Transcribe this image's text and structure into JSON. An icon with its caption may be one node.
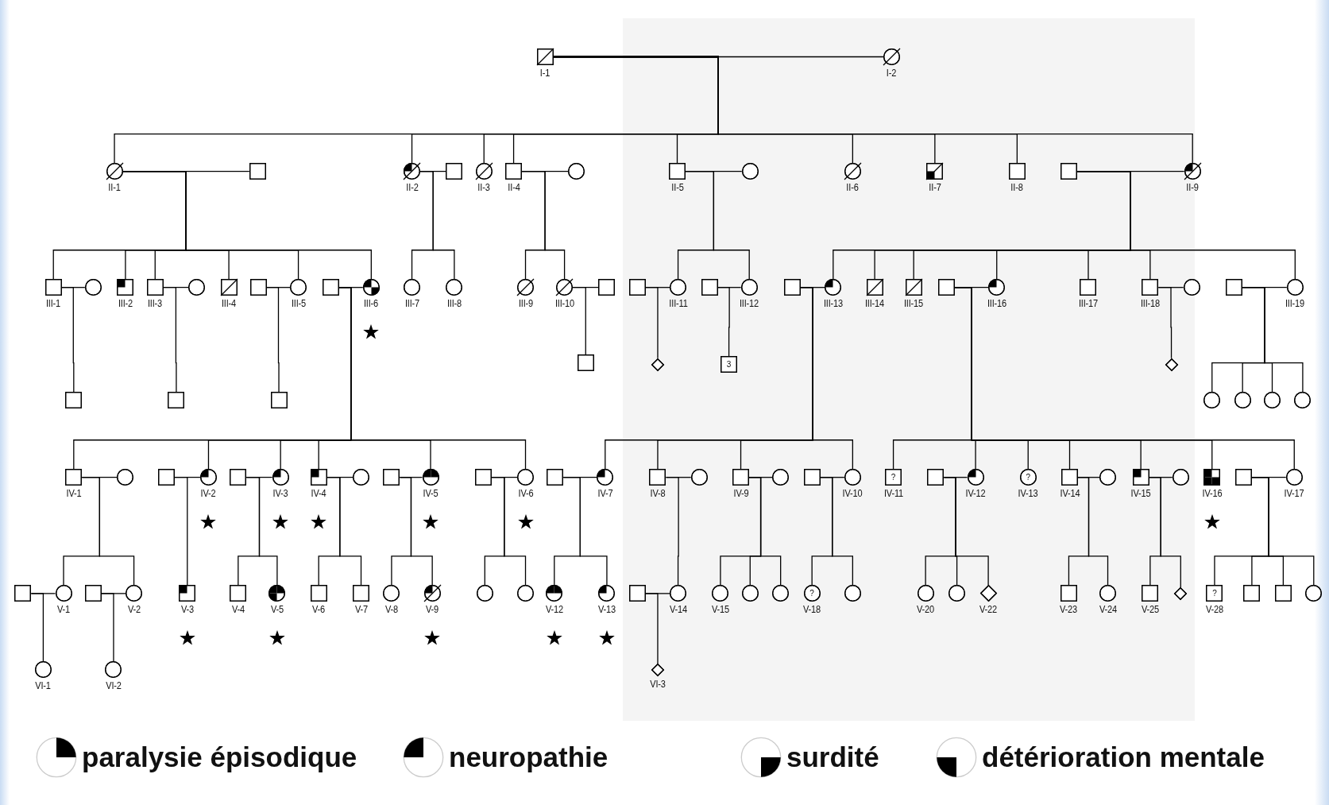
{
  "diagram": {
    "nodes": [
      {
        "text": [
          "I-1"
        ]
      },
      {
        "text": [
          "I-2"
        ]
      },
      {
        "text": [
          "II-1"
        ]
      },
      {
        "text": [],
        "shape": "box"
      },
      {
        "text": [
          "II-2"
        ]
      },
      {
        "text": [],
        "shape": "box"
      },
      {
        "text": [
          "II-3"
        ]
      },
      {
        "text": [
          "II-4"
        ]
      },
      {
        "text": [],
        "shape": "circle"
      },
      {
        "text": [
          "II-5"
        ]
      },
      {
        "text": [],
        "shape": "circle"
      },
      {
        "text": [
          "II-6"
        ]
      },
      {
        "text": [
          "II-7"
        ]
      },
      {
        "text": [
          "II-8"
        ]
      },
      {
        "text": [],
        "shape": "box"
      },
      {
        "text": [
          "II-9"
        ]
      },
      {
        "text": [
          "III-1"
        ]
      },
      {
        "text": [],
        "shape": "circle"
      },
      {
        "text": [
          "III-2"
        ]
      },
      {
        "text": [
          "III-3"
        ]
      },
      {
        "text": [],
        "shape": "circle"
      },
      {
        "text": [
          "III-4"
        ]
      },
      {
        "text": [],
        "shape": "box"
      },
      {
        "text": [
          "III-5"
        ]
      },
      {
        "text": [],
        "shape": "box"
      },
      {
        "text": [
          "III-6"
        ]
      },
      {
        "text": [
          "III-7"
        ]
      },
      {
        "text": [
          "III-8"
        ]
      },
      {
        "text": [
          "III-9"
        ]
      },
      {
        "text": [
          "III-10"
        ]
      },
      {
        "text": [],
        "shape": "box"
      },
      {
        "text": [],
        "shape": "box"
      },
      {
        "text": [
          "III-11"
        ]
      },
      {
        "text": [],
        "shape": "box"
      },
      {
        "text": [
          "III-12"
        ]
      },
      {
        "text": [],
        "shape": "box"
      },
      {
        "text": [
          "III-13"
        ]
      },
      {
        "text": [
          "III-14"
        ]
      },
      {
        "text": [
          "III-15"
        ]
      },
      {
        "text": [],
        "shape": "box"
      },
      {
        "text": [
          "III-16"
        ]
      },
      {
        "text": [
          "III-17"
        ]
      },
      {
        "text": [
          "III-18"
        ]
      },
      {
        "text": [],
        "shape": "circle"
      },
      {
        "text": [],
        "shape": "box"
      },
      {
        "text": [
          "III-19"
        ]
      },
      {
        "text": [],
        "shape": "box"
      },
      {
        "text": [],
        "shape": "box"
      },
      {
        "text": [],
        "shape": "box"
      },
      {
        "text": [],
        "shape": "box"
      },
      {
        "text": [],
        "shape": "diamond"
      },
      {
        "text": [
          "3"
        ]
      },
      {
        "text": [],
        "shape": "diamond"
      },
      {
        "text": [],
        "shape": "circle"
      },
      {
        "text": [],
        "shape": "circle"
      },
      {
        "text": [],
        "shape": "circle"
      },
      {
        "text": [],
        "shape": "circle"
      },
      {
        "text": [
          "IV-1"
        ]
      },
      {
        "text": [],
        "shape": "circle"
      },
      {
        "text": [],
        "shape": "box"
      },
      {
        "text": [
          "IV-2"
        ]
      },
      {
        "text": [],
        "shape": "box"
      },
      {
        "text": [
          "IV-3"
        ]
      },
      {
        "text": [
          "IV-4"
        ]
      },
      {
        "text": [],
        "shape": "circle"
      },
      {
        "text": [],
        "shape": "box"
      },
      {
        "text": [
          "IV-5"
        ]
      },
      {
        "text": [],
        "shape": "box"
      },
      {
        "text": [
          "IV-6"
        ]
      },
      {
        "text": [],
        "shape": "box"
      },
      {
        "text": [
          "IV-7"
        ]
      },
      {
        "text": [
          "IV-8"
        ]
      },
      {
        "text": [],
        "shape": "circle"
      },
      {
        "text": [
          "IV-9"
        ]
      },
      {
        "text": [],
        "shape": "circle"
      },
      {
        "text": [],
        "shape": "box"
      },
      {
        "text": [
          "IV-10"
        ]
      },
      {
        "text": [
          "?",
          "IV-11"
        ]
      },
      {
        "text": [],
        "shape": "box"
      },
      {
        "text": [
          "IV-12"
        ]
      },
      {
        "text": [
          "?",
          "IV-13"
        ]
      },
      {
        "text": [
          "IV-14"
        ]
      },
      {
        "text": [],
        "shape": "circle"
      },
      {
        "text": [
          "IV-15"
        ]
      },
      {
        "text": [],
        "shape": "circle"
      },
      {
        "text": [
          "IV-16"
        ]
      },
      {
        "text": [],
        "shape": "box"
      },
      {
        "text": [
          "IV-17"
        ]
      },
      {
        "text": [],
        "shape": "box"
      },
      {
        "text": [
          "V-1"
        ]
      },
      {
        "text": [],
        "shape": "box"
      },
      {
        "text": [
          "V-2"
        ]
      },
      {
        "text": [
          "V-3"
        ]
      },
      {
        "text": [
          "V-4"
        ]
      },
      {
        "text": [
          "V-5"
        ]
      },
      {
        "text": [
          "V-6"
        ]
      },
      {
        "text": [
          "V-7"
        ]
      },
      {
        "text": [
          "V-8"
        ]
      },
      {
        "text": [
          "V-9"
        ]
      },
      {
        "text": [],
        "shape": "circle"
      },
      {
        "text": [],
        "shape": "circle"
      },
      {
        "text": [
          "V-12"
        ]
      },
      {
        "text": [
          "V-13"
        ]
      },
      {
        "text": [],
        "shape": "box"
      },
      {
        "text": [
          "V-14"
        ]
      },
      {
        "text": [
          "V-15"
        ]
      },
      {
        "text": [],
        "shape": "circle"
      },
      {
        "text": [],
        "shape": "circle"
      },
      {
        "text": [
          "?",
          "V-18"
        ]
      },
      {
        "text": [],
        "shape": "circle"
      },
      {
        "text": [
          "V-20"
        ]
      },
      {
        "text": [],
        "shape": "circle"
      },
      {
        "text": [
          "V-22"
        ]
      },
      {
        "text": [
          "V-23"
        ]
      },
      {
        "text": [
          "V-24"
        ]
      },
      {
        "text": [
          "V-25"
        ]
      },
      {
        "text": [],
        "shape": "diamond"
      },
      {
        "text": [
          "?",
          "V-28"
        ]
      },
      {
        "text": [],
        "shape": "box"
      },
      {
        "text": [],
        "shape": "box"
      },
      {
        "text": [],
        "shape": "circle"
      },
      {
        "text": [
          "VI-1"
        ]
      },
      {
        "text": [
          "VI-2"
        ]
      },
      {
        "text": [
          "VI-3"
        ]
      }
    ],
    "edges": [
      {
        "from": 0,
        "to": 1,
        "arrow": "none"
      },
      {
        "from": 2,
        "to": 3,
        "arrow": "none"
      },
      {
        "from": 4,
        "to": 5,
        "arrow": "none"
      },
      {
        "from": 7,
        "to": 8,
        "arrow": "none"
      },
      {
        "from": 9,
        "to": 10,
        "arrow": "none"
      },
      {
        "from": 14,
        "to": 15,
        "arrow": "none"
      },
      {
        "from": 16,
        "to": 17,
        "arrow": "none"
      },
      {
        "from": 19,
        "to": 20,
        "arrow": "none"
      },
      {
        "from": 22,
        "to": 23,
        "arrow": "none"
      },
      {
        "from": 24,
        "to": 25,
        "arrow": "none"
      },
      {
        "from": 29,
        "to": 30,
        "arrow": "none"
      },
      {
        "from": 31,
        "to": 32,
        "arrow": "none"
      },
      {
        "from": 33,
        "to": 34,
        "arrow": "none"
      },
      {
        "from": 35,
        "to": 36,
        "arrow": "none"
      },
      {
        "from": 39,
        "to": 40,
        "arrow": "none"
      },
      {
        "from": 42,
        "to": 43,
        "arrow": "none"
      },
      {
        "from": 44,
        "to": 45,
        "arrow": "none"
      },
      {
        "from": 57,
        "to": 58,
        "arrow": "none"
      },
      {
        "from": 59,
        "to": 60,
        "arrow": "none"
      },
      {
        "from": 61,
        "to": 62,
        "arrow": "none"
      },
      {
        "from": 63,
        "to": 64,
        "arrow": "none"
      },
      {
        "from": 65,
        "to": 66,
        "arrow": "none"
      },
      {
        "from": 67,
        "to": 68,
        "arrow": "none"
      },
      {
        "from": 69,
        "to": 70,
        "arrow": "none"
      },
      {
        "from": 71,
        "to": 72,
        "arrow": "none"
      },
      {
        "from": 73,
        "to": 74,
        "arrow": "none"
      },
      {
        "from": 75,
        "to": 76,
        "arrow": "none"
      },
      {
        "from": 78,
        "to": 79,
        "arrow": "none"
      },
      {
        "from": 81,
        "to": 82,
        "arrow": "none"
      },
      {
        "from": 83,
        "to": 84,
        "arrow": "none"
      },
      {
        "from": 86,
        "to": 87,
        "arrow": "none"
      },
      {
        "from": 88,
        "to": 89,
        "arrow": "none"
      },
      {
        "from": 90,
        "to": 91,
        "arrow": "none"
      },
      {
        "from": 103,
        "to": 104,
        "arrow": "none"
      },
      {
        "from": 0,
        "to": 2,
        "arrow": "none"
      },
      {
        "from": 0,
        "to": 4,
        "arrow": "none"
      },
      {
        "from": 0,
        "to": 6,
        "arrow": "none"
      },
      {
        "from": 0,
        "to": 7,
        "arrow": "none"
      },
      {
        "from": 0,
        "to": 9,
        "arrow": "none"
      },
      {
        "from": 0,
        "to": 11,
        "arrow": "none"
      },
      {
        "from": 0,
        "to": 12,
        "arrow": "none"
      },
      {
        "from": 0,
        "to": 13,
        "arrow": "none"
      },
      {
        "from": 0,
        "to": 15,
        "arrow": "none"
      },
      {
        "from": 2,
        "to": 16,
        "arrow": "none"
      },
      {
        "from": 2,
        "to": 18,
        "arrow": "none"
      },
      {
        "from": 2,
        "to": 19,
        "arrow": "none"
      },
      {
        "from": 2,
        "to": 21,
        "arrow": "none"
      },
      {
        "from": 2,
        "to": 23,
        "arrow": "none"
      },
      {
        "from": 2,
        "to": 25,
        "arrow": "none"
      },
      {
        "from": 4,
        "to": 26,
        "arrow": "none"
      },
      {
        "from": 4,
        "to": 27,
        "arrow": "none"
      },
      {
        "from": 7,
        "to": 28,
        "arrow": "none"
      },
      {
        "from": 7,
        "to": 29,
        "arrow": "none"
      },
      {
        "from": 9,
        "to": 32,
        "arrow": "none"
      },
      {
        "from": 9,
        "to": 34,
        "arrow": "none"
      },
      {
        "from": 14,
        "to": 36,
        "arrow": "none"
      },
      {
        "from": 14,
        "to": 37,
        "arrow": "none"
      },
      {
        "from": 14,
        "to": 38,
        "arrow": "none"
      },
      {
        "from": 14,
        "to": 40,
        "arrow": "none"
      },
      {
        "from": 14,
        "to": 41,
        "arrow": "none"
      },
      {
        "from": 14,
        "to": 42,
        "arrow": "none"
      },
      {
        "from": 14,
        "to": 45,
        "arrow": "none"
      },
      {
        "from": 16,
        "to": 46,
        "arrow": "none"
      },
      {
        "from": 19,
        "to": 47,
        "arrow": "none"
      },
      {
        "from": 22,
        "to": 48,
        "arrow": "none"
      },
      {
        "from": 24,
        "to": 57,
        "arrow": "none"
      },
      {
        "from": 24,
        "to": 60,
        "arrow": "none"
      },
      {
        "from": 24,
        "to": 62,
        "arrow": "none"
      },
      {
        "from": 24,
        "to": 63,
        "arrow": "none"
      },
      {
        "from": 24,
        "to": 66,
        "arrow": "none"
      },
      {
        "from": 24,
        "to": 68,
        "arrow": "none"
      },
      {
        "from": 29,
        "to": 49,
        "arrow": "none"
      },
      {
        "from": 31,
        "to": 50,
        "arrow": "none"
      },
      {
        "from": 33,
        "to": 51,
        "arrow": "none"
      },
      {
        "from": 35,
        "to": 70,
        "arrow": "none"
      },
      {
        "from": 35,
        "to": 71,
        "arrow": "none"
      },
      {
        "from": 35,
        "to": 73,
        "arrow": "none"
      },
      {
        "from": 35,
        "to": 76,
        "arrow": "none"
      },
      {
        "from": 39,
        "to": 77,
        "arrow": "none"
      },
      {
        "from": 39,
        "to": 79,
        "arrow": "none"
      },
      {
        "from": 39,
        "to": 80,
        "arrow": "none"
      },
      {
        "from": 39,
        "to": 81,
        "arrow": "none"
      },
      {
        "from": 39,
        "to": 83,
        "arrow": "none"
      },
      {
        "from": 39,
        "to": 85,
        "arrow": "none"
      },
      {
        "from": 39,
        "to": 87,
        "arrow": "none"
      },
      {
        "from": 42,
        "to": 52,
        "arrow": "none"
      },
      {
        "from": 44,
        "to": 53,
        "arrow": "none"
      },
      {
        "from": 44,
        "to": 54,
        "arrow": "none"
      },
      {
        "from": 44,
        "to": 55,
        "arrow": "none"
      },
      {
        "from": 44,
        "to": 56,
        "arrow": "none"
      },
      {
        "from": 57,
        "to": 89,
        "arrow": "none"
      },
      {
        "from": 57,
        "to": 91,
        "arrow": "none"
      },
      {
        "from": 59,
        "to": 92,
        "arrow": "none"
      },
      {
        "from": 61,
        "to": 93,
        "arrow": "none"
      },
      {
        "from": 61,
        "to": 94,
        "arrow": "none"
      },
      {
        "from": 63,
        "to": 95,
        "arrow": "none"
      },
      {
        "from": 63,
        "to": 96,
        "arrow": "none"
      },
      {
        "from": 65,
        "to": 97,
        "arrow": "none"
      },
      {
        "from": 65,
        "to": 98,
        "arrow": "none"
      },
      {
        "from": 67,
        "to": 99,
        "arrow": "none"
      },
      {
        "from": 67,
        "to": 100,
        "arrow": "none"
      },
      {
        "from": 69,
        "to": 101,
        "arrow": "none"
      },
      {
        "from": 69,
        "to": 102,
        "arrow": "none"
      },
      {
        "from": 71,
        "to": 104,
        "arrow": "none"
      },
      {
        "from": 73,
        "to": 105,
        "arrow": "none"
      },
      {
        "from": 73,
        "to": 106,
        "arrow": "none"
      },
      {
        "from": 73,
        "to": 107,
        "arrow": "none"
      },
      {
        "from": 75,
        "to": 108,
        "arrow": "none"
      },
      {
        "from": 75,
        "to": 109,
        "arrow": "none"
      },
      {
        "from": 78,
        "to": 110,
        "arrow": "none"
      },
      {
        "from": 78,
        "to": 111,
        "arrow": "none"
      },
      {
        "from": 78,
        "to": 112,
        "arrow": "none"
      },
      {
        "from": 81,
        "to": 113,
        "arrow": "none"
      },
      {
        "from": 81,
        "to": 114,
        "arrow": "none"
      },
      {
        "from": 83,
        "to": 115,
        "arrow": "none"
      },
      {
        "from": 83,
        "to": 116,
        "arrow": "none"
      },
      {
        "from": 86,
        "to": 117,
        "arrow": "none"
      },
      {
        "from": 86,
        "to": 118,
        "arrow": "none"
      },
      {
        "from": 86,
        "to": 119,
        "arrow": "none"
      },
      {
        "from": 86,
        "to": 120,
        "arrow": "none"
      },
      {
        "from": 88,
        "to": 121,
        "arrow": "none"
      },
      {
        "from": 90,
        "to": 122,
        "arrow": "none"
      },
      {
        "from": 103,
        "to": 123,
        "arrow": "none"
      }
    ],
    "legend": [
      {
        "text": "paralysie épisodique"
      },
      {
        "text": "neuropathie"
      },
      {
        "text": "surdité"
      },
      {
        "text": "détérioration mentale"
      }
    ]
  }
}
